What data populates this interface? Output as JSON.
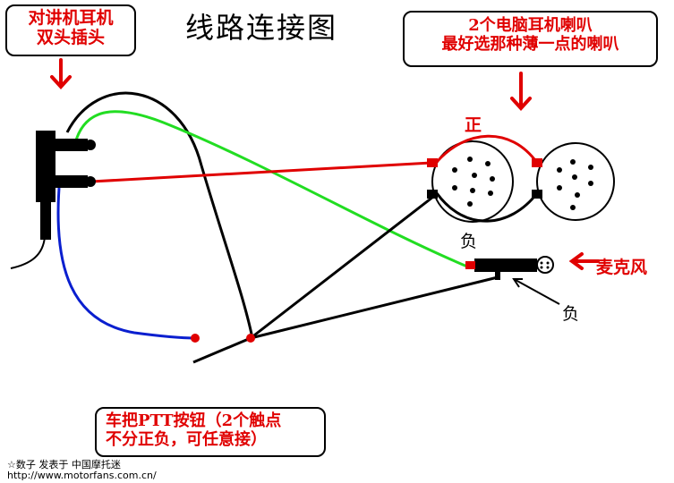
{
  "title": "线路连接图",
  "callouts": {
    "plug_line1": "对讲机耳机",
    "plug_line2": "双头插头",
    "speaker_line1": "2个电脑耳机喇叭",
    "speaker_line2": "最好选那种薄一点的喇叭",
    "ptt_line1": "车把PTT按钮（2个触点",
    "ptt_line2": "不分正负，可任意接）"
  },
  "labels": {
    "positive": "正",
    "negative_speaker": "负",
    "microphone": "麦克风",
    "negative_mic": "负"
  },
  "watermark": {
    "line1": "☆数子 发表于 中国摩托迷",
    "line2": "http://www.motorfans.com.cn/"
  },
  "colors": {
    "red_wire": "#e00000",
    "green_wire": "#22dd22",
    "blue_wire": "#0a1fcf",
    "black_wire": "#000000"
  }
}
